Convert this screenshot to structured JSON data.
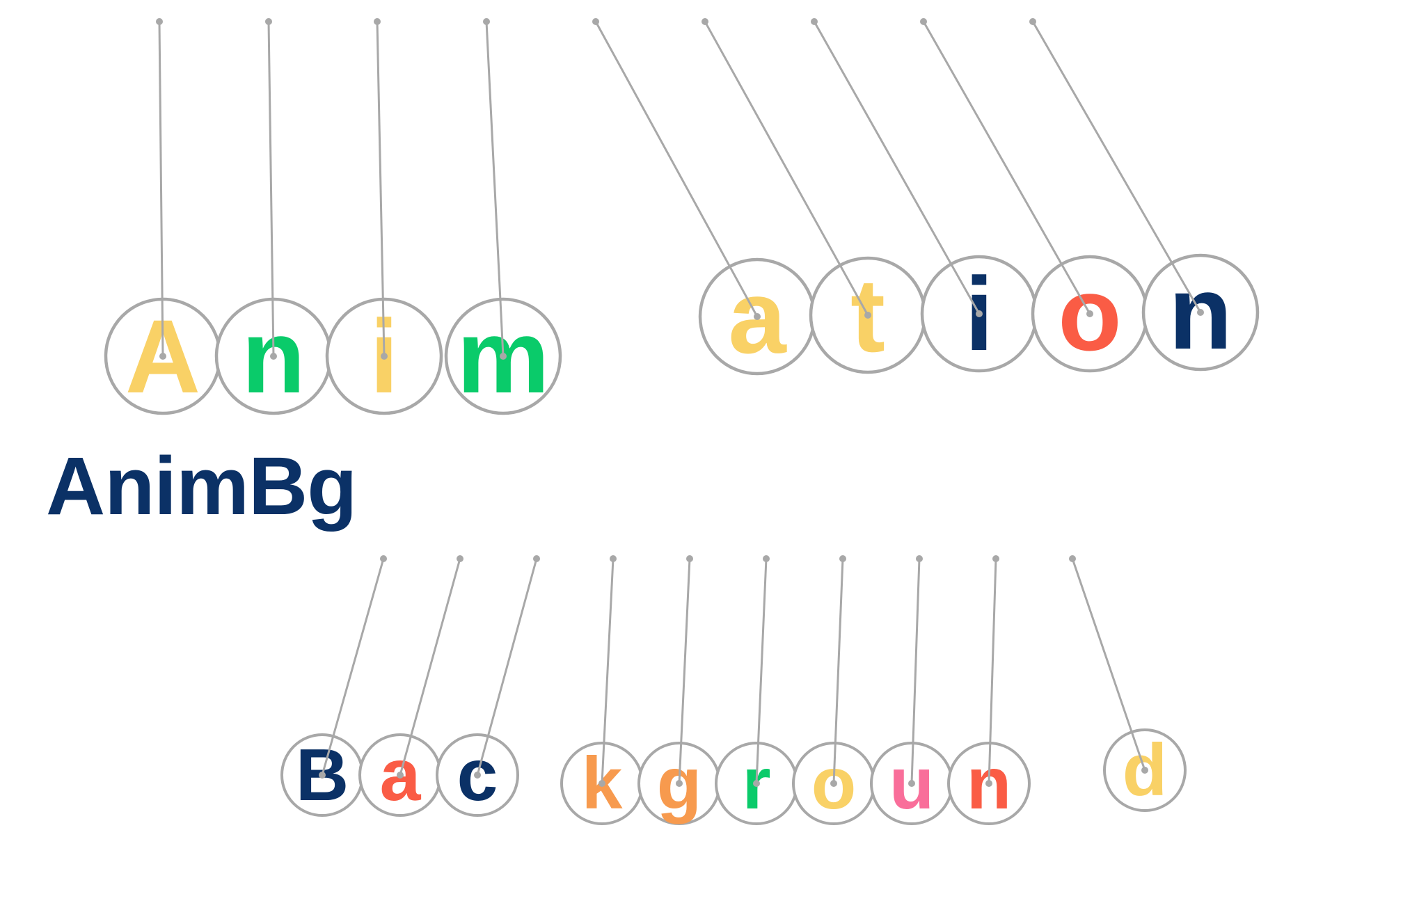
{
  "logo": {
    "text": "AnimBg",
    "color": "#0b3166"
  },
  "string_color": "#a8a8a8",
  "ring_color": "#a8a8a8",
  "pendulum_rows": [
    {
      "name": "top",
      "letters": [
        {
          "char": "A",
          "color": "#f9d166"
        },
        {
          "char": "n",
          "color": "#0acb6a"
        },
        {
          "char": "i",
          "color": "#f9d166"
        },
        {
          "char": "m",
          "color": "#0acb6a"
        },
        {
          "char": "a",
          "color": "#f9d166"
        },
        {
          "char": "t",
          "color": "#f9d166"
        },
        {
          "char": "i",
          "color": "#0b3166"
        },
        {
          "char": "o",
          "color": "#fa5c45"
        },
        {
          "char": "n",
          "color": "#0b3166"
        }
      ]
    },
    {
      "name": "bottom",
      "letters": [
        {
          "char": "B",
          "color": "#0b3166"
        },
        {
          "char": "a",
          "color": "#fa5c45"
        },
        {
          "char": "c",
          "color": "#0b3166"
        },
        {
          "char": "k",
          "color": "#f79a4e"
        },
        {
          "char": "g",
          "color": "#f79a4e"
        },
        {
          "char": "r",
          "color": "#0acb6a"
        },
        {
          "char": "o",
          "color": "#f9d166"
        },
        {
          "char": "u",
          "color": "#f96e9a"
        },
        {
          "char": "n",
          "color": "#fa5c45"
        },
        {
          "char": "d",
          "color": "#f9d166"
        }
      ]
    }
  ]
}
